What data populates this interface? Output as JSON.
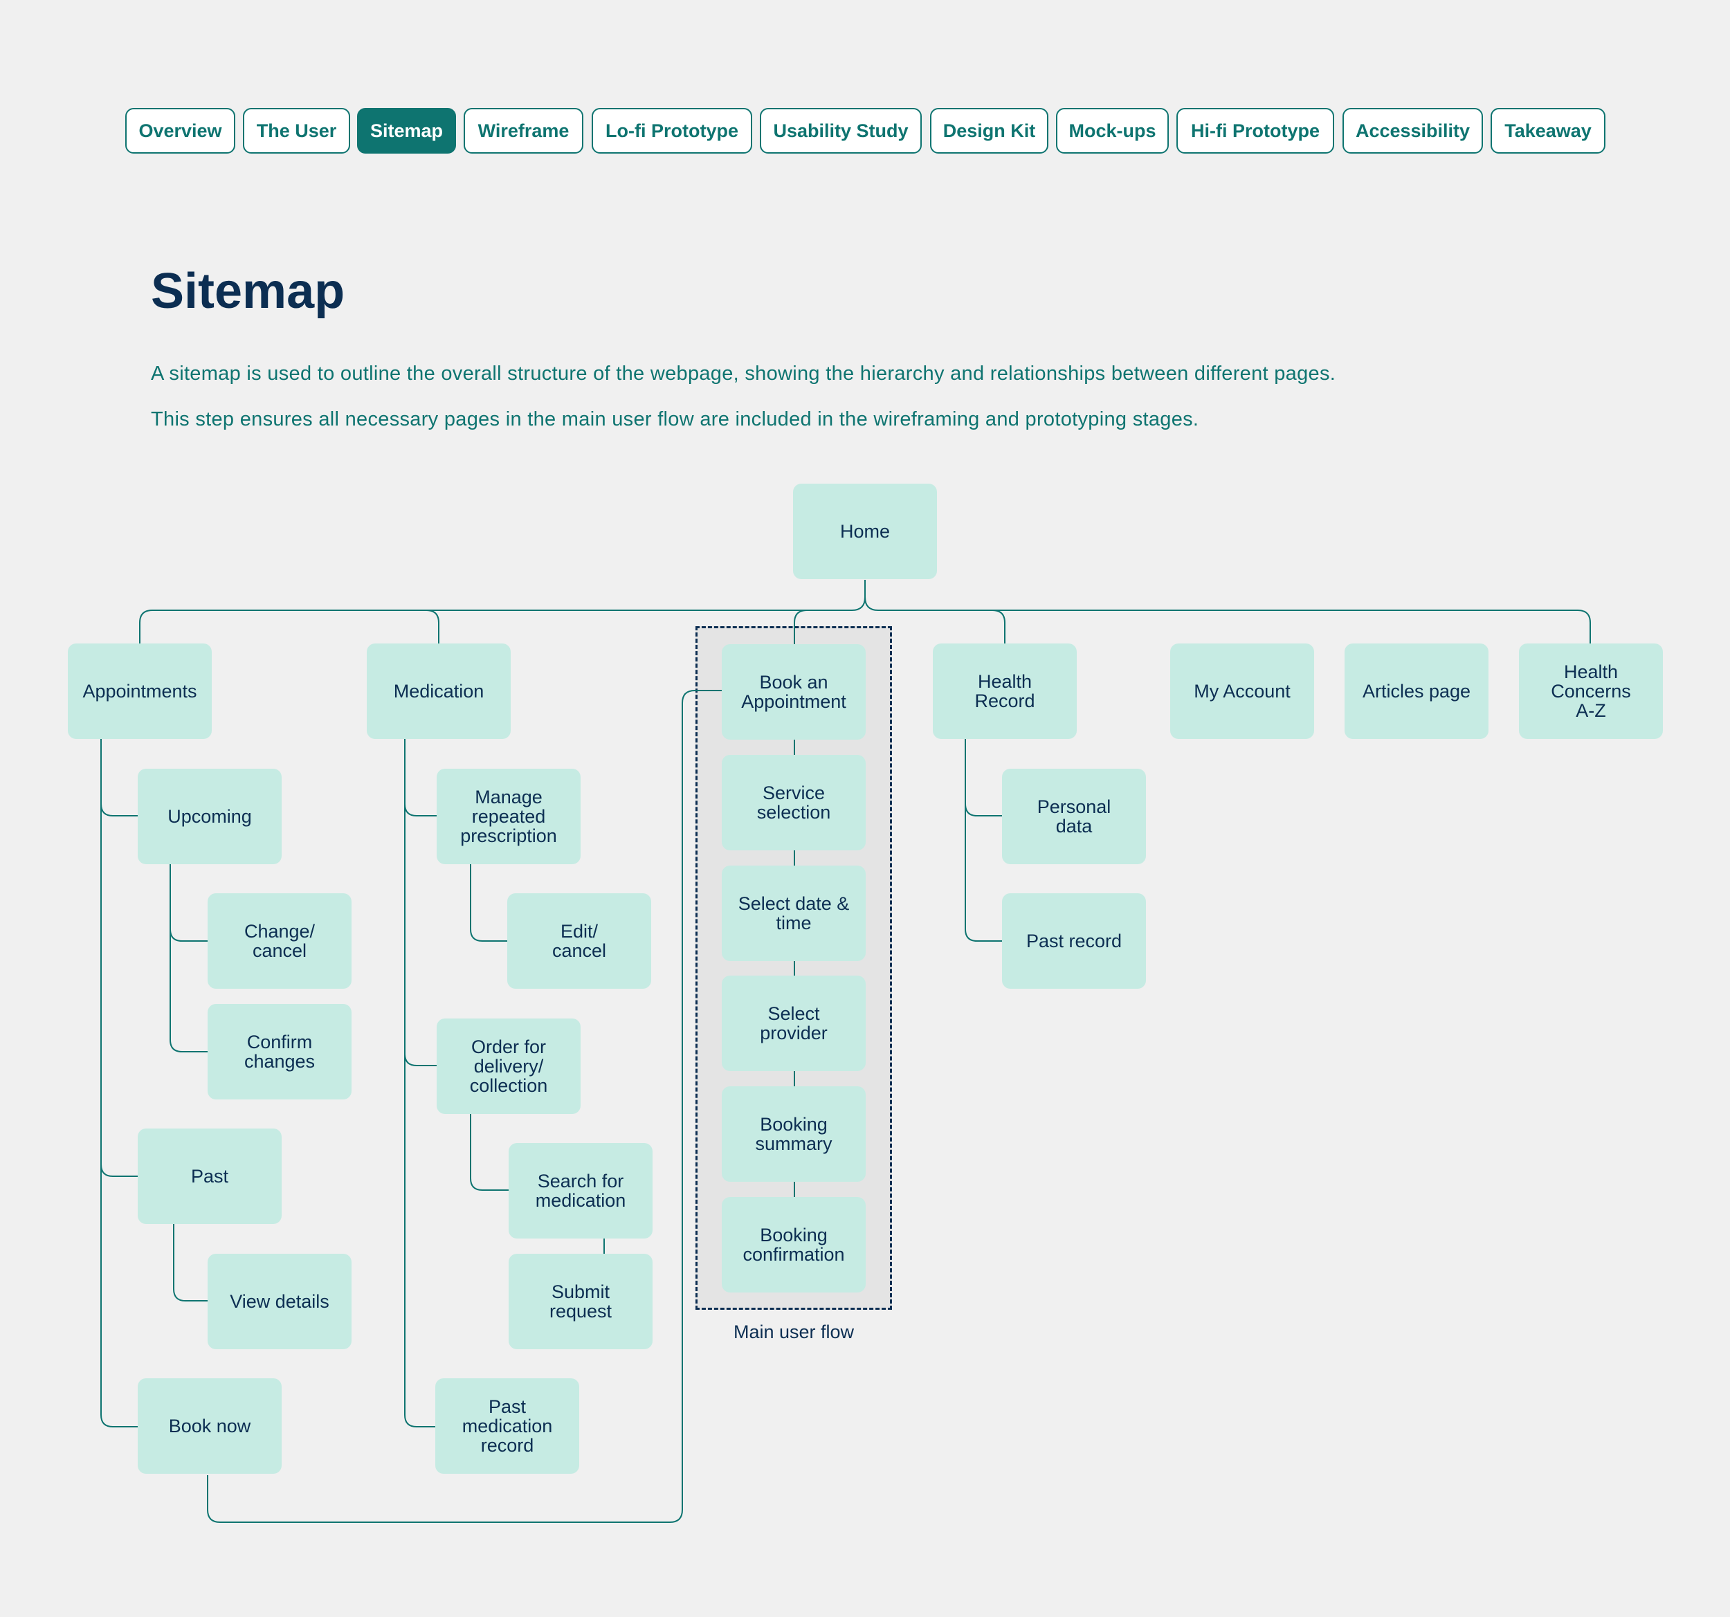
{
  "nav": {
    "tabs": [
      {
        "label": "Overview",
        "active": false
      },
      {
        "label": "The User",
        "active": false
      },
      {
        "label": "Sitemap",
        "active": true
      },
      {
        "label": "Wireframe",
        "active": false
      },
      {
        "label": "Lo-fi Prototype",
        "active": false
      },
      {
        "label": "Usability Study",
        "active": false
      },
      {
        "label": "Design Kit",
        "active": false
      },
      {
        "label": "Mock-ups",
        "active": false
      },
      {
        "label": "Hi-fi Prototype",
        "active": false
      },
      {
        "label": "Accessibility",
        "active": false
      },
      {
        "label": "Takeaway",
        "active": false
      }
    ]
  },
  "page": {
    "title": "Sitemap",
    "description_1": "A sitemap is used to outline the overall structure of the webpage, showing the hierarchy and relationships between different pages.",
    "description_2": "This step ensures all necessary pages in the main user flow are included in the wireframing and prototyping stages."
  },
  "sitemap": {
    "home": "Home",
    "appointments": {
      "label": "Appointments",
      "upcoming": "Upcoming",
      "change_cancel": "Change/\ncancel",
      "confirm_changes": "Confirm\nchanges",
      "past": "Past",
      "view_details": "View details",
      "book_now": "Book now"
    },
    "medication": {
      "label": "Medication",
      "manage_repeated": "Manage\nrepeated\nprescription",
      "edit_cancel": "Edit/\ncancel",
      "order": "Order for\ndelivery/\ncollection",
      "search": "Search for\nmedication",
      "submit": "Submit\nrequest",
      "past_record": "Past\nmedication\nrecord"
    },
    "main_flow": {
      "label": "Main user flow",
      "steps": [
        "Book an\nAppointment",
        "Service\nselection",
        "Select date &\ntime",
        "Select\nprovider",
        "Booking\nsummary",
        "Booking\nconfirmation"
      ]
    },
    "health_record": {
      "label": "Health\nRecord",
      "personal_data": "Personal\ndata",
      "past_record": "Past record"
    },
    "my_account": "My Account",
    "articles": "Articles page",
    "health_concerns": "Health\nConcerns\nA-Z"
  },
  "colors": {
    "accent": "#0e7470",
    "title": "#0c2e52",
    "node_fill": "#c6ebe3",
    "background": "#f0f0f0"
  }
}
